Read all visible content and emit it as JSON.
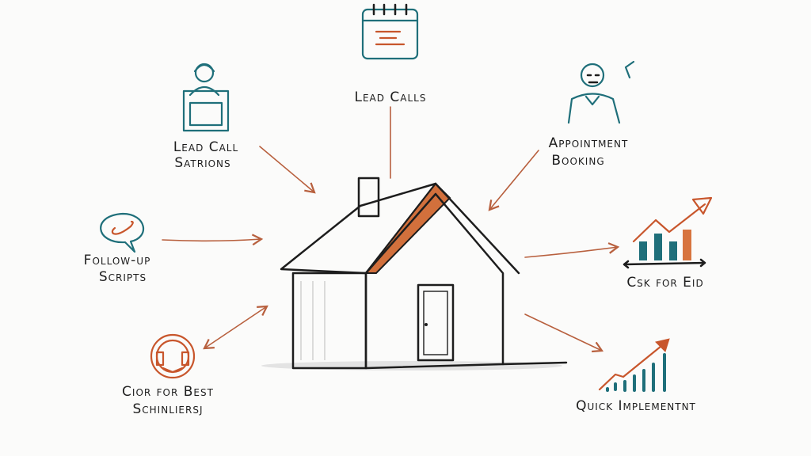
{
  "colors": {
    "ink": "#1d1d1d",
    "teal": "#1f6f7a",
    "orange": "#c8562c",
    "arrow": "#b8603e",
    "background": "#fbfbfa"
  },
  "center": {
    "icon": "house-icon"
  },
  "nodes": {
    "lead_calls": {
      "line1": "Lead Calls",
      "icon": "calendar-icon"
    },
    "lead_call_stations": {
      "line1": "Lead Call",
      "line2": "Satrions",
      "icon": "operator-at-desk-icon"
    },
    "appointment_booking": {
      "line1": "Appointment",
      "line2": "Booking",
      "icon": "person-icon"
    },
    "follow_up_scripts": {
      "line1": "Follow-up",
      "line2": "Scripts",
      "icon": "phone-speech-bubble-icon"
    },
    "csk_for_eid": {
      "line1": "Csk for Eid",
      "icon": "bar-chart-trend-icon"
    },
    "cior_for_best": {
      "line1": "Cior for Best",
      "line2": "Schinliersj",
      "icon": "headset-icon"
    },
    "quick_implementation": {
      "line1": "Quick Implementnt",
      "icon": "growth-chart-icon"
    }
  }
}
